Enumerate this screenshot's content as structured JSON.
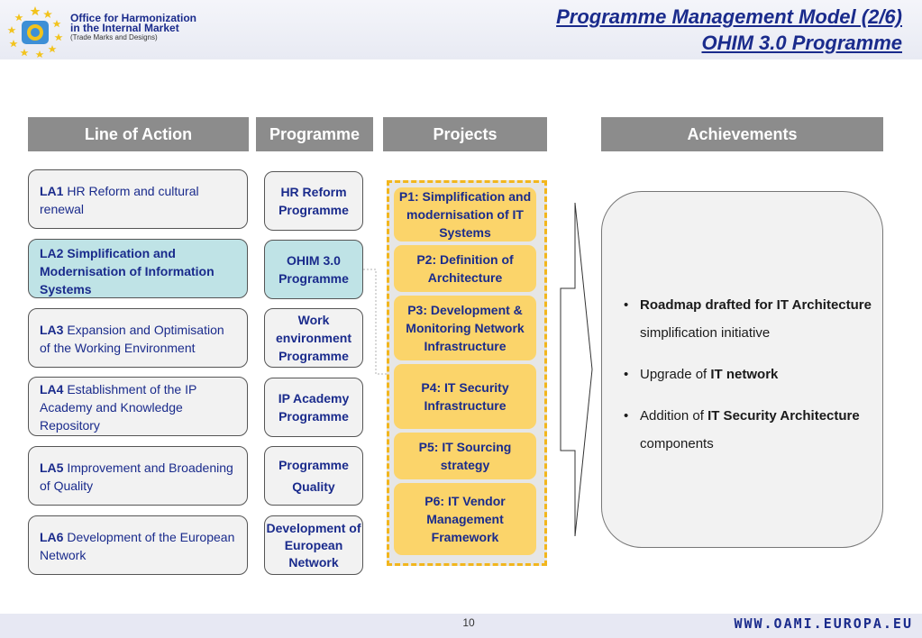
{
  "header": {
    "org_line1": "Office for Harmonization",
    "org_line2": "in the Internal Market",
    "org_line3": "(Trade Marks and Designs)",
    "title_line1": "Programme Management Model (2/6)",
    "title_line2": "OHIM 3.0 Programme"
  },
  "columns": {
    "line_of_action": "Line of Action",
    "programme": "Programme",
    "projects": "Projects",
    "achievements": "Achievements"
  },
  "lines_of_action": [
    {
      "code": "LA1",
      "text": " HR Reform and cultural renewal"
    },
    {
      "code": "LA2",
      "text": " Simplification and Modernisation of Information Systems"
    },
    {
      "code": "LA3",
      "text": " Expansion and Optimisation of the Working Environment"
    },
    {
      "code": "LA4",
      "text": " Establishment of the IP Academy and Knowledge Repository"
    },
    {
      "code": "LA5",
      "text": " Improvement and Broadening of Quality"
    },
    {
      "code": "LA6",
      "text": " Development of the European Network"
    }
  ],
  "programmes": [
    "HR Reform Programme",
    "OHIM 3.0 Programme",
    "Work environment Programme",
    "IP Academy Programme",
    "Programme Quality",
    "Development of European Network"
  ],
  "projects": [
    "P1: Simplification and modernisation of IT Systems",
    "P2: Definition of Architecture",
    "P3: Development & Monitoring Network Infrastructure",
    "P4: IT Security Infrastructure",
    "P5: IT Sourcing strategy",
    "P6: IT Vendor Management Framework"
  ],
  "achievements": [
    {
      "bold": "Roadmap drafted for IT Architecture",
      "rest": " simplification initiative"
    },
    {
      "pre": "Upgrade of ",
      "bold": "IT network"
    },
    {
      "pre": "Addition of ",
      "bold": "IT Security Architecture",
      "rest": " components"
    }
  ],
  "footer": {
    "page_number": "10",
    "url": "WWW.OAMI.EUROPA.EU"
  },
  "colors": {
    "brand": "#1a2b8c",
    "header_gray": "#8c8c8c",
    "highlight": "#bfe3e6",
    "project_yellow": "#fbd46a"
  }
}
